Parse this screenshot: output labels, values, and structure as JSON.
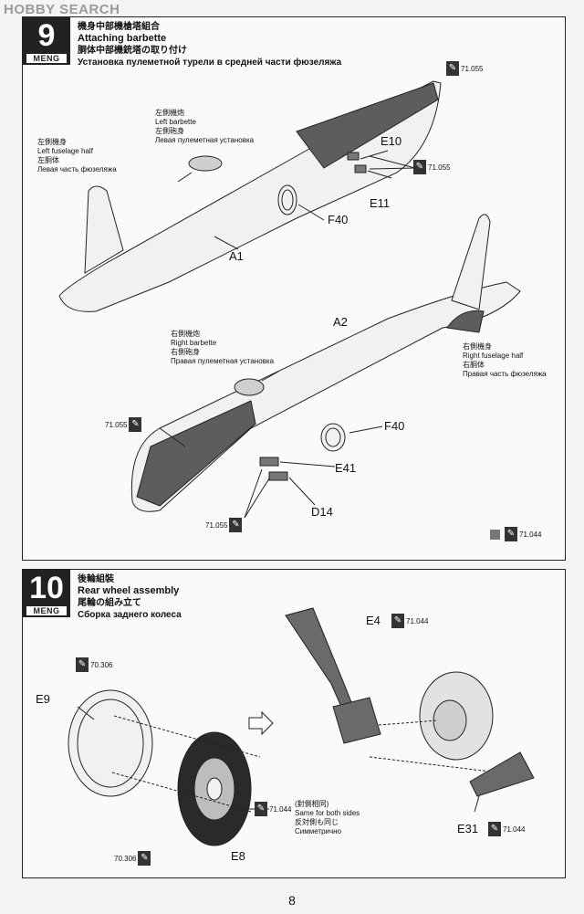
{
  "watermark": "HOBBY SEARCH",
  "page_number": "8",
  "step9": {
    "number": "9",
    "brand": "MENG",
    "title_jp": "機身中部機槍塔組合",
    "title_en": "Attaching barbette",
    "title_cn": "胴体中部機銃塔の取り付け",
    "title_ru": "Установка пулеметной турели в средней части фюзеляжа",
    "left_fuselage": {
      "jp": "左側機身",
      "en": "Left fuselage half",
      "cn": "左胴体",
      "ru": "Левая часть фюзеляжа"
    },
    "left_barbette": {
      "jp": "左側機炮",
      "en": "Left barbette",
      "cn": "左側砲身",
      "ru": "Левая пулеметная установка"
    },
    "right_barbette": {
      "jp": "右側機炮",
      "en": "Right barbette",
      "cn": "右側砲身",
      "ru": "Правая пулеметная установка"
    },
    "right_fuselage": {
      "jp": "右側機身",
      "en": "Right fuselage half",
      "cn": "右胴体",
      "ru": "Правая часть фюзеляжа"
    },
    "parts": {
      "e10": "E10",
      "e11": "E11",
      "f40a": "F40",
      "a1": "A1",
      "a2": "A2",
      "f40b": "F40",
      "e41": "E41",
      "d14": "D14"
    },
    "paints": {
      "p1": "71.055",
      "p2": "71.055",
      "p3": "71.055",
      "p4": "71.055",
      "p5": "71.044"
    }
  },
  "step10": {
    "number": "10",
    "brand": "MENG",
    "title_jp": "後輪組裝",
    "title_en": "Rear wheel assembly",
    "title_cn": "尾輪の組み立て",
    "title_ru": "Сборка заднего колеса",
    "both_sides": {
      "jp": "(對側相同)",
      "en": "Same for both sides",
      "cn": "反対側も同じ",
      "ru": "Симметрично"
    },
    "parts": {
      "e9": "E9",
      "e8": "E8",
      "e4": "E4",
      "e31": "E31"
    },
    "paints": {
      "p1": "70.306",
      "p2": "71.044",
      "p3": "70.306",
      "p4": "71.044",
      "p5": "71.044"
    }
  },
  "colors": {
    "paint_swatch": "#777777",
    "ink": "#111111"
  }
}
